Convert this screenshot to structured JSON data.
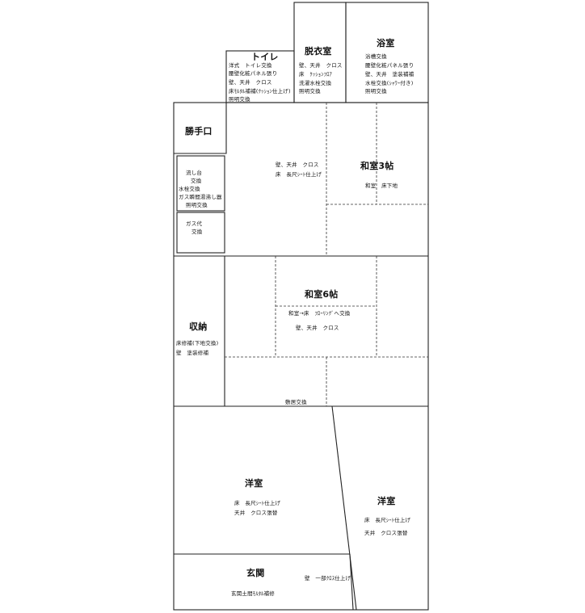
{
  "rooms": {
    "toilet": {
      "title": "トイレ",
      "notes": [
        "洋式　トイレ交換",
        "腰壁化粧パネル張り",
        "壁、天井　クロス",
        "床ﾓﾙﾀﾙ補補(ｸｯｼｮﾝ仕上げ)",
        "照明交換"
      ]
    },
    "dressing": {
      "title": "脱衣室",
      "notes": [
        "壁、天井　クロス",
        "床　ｸｯｼｮﾝﾌﾛｱ",
        "洗濯水栓交換",
        "照明交換"
      ]
    },
    "bath": {
      "title": "浴室",
      "notes": [
        "浴槽交換",
        "腰壁化粧パネル張り",
        "壁、天井　塗装補補",
        "水栓交換(ｼｬﾜｰ付き)",
        "照明交換"
      ]
    },
    "back_door": {
      "title": "勝手口"
    },
    "kitchen": {
      "notes": [
        "壁、天井　クロス",
        "床　長尺ｼｰﾄ仕上げ"
      ]
    },
    "sink": {
      "notes": [
        "流し台",
        "交換",
        "水栓交換",
        "ガス瞬間湯沸し器",
        "照明交換"
      ]
    },
    "gas": {
      "notes": [
        "ガス代",
        "交換"
      ]
    },
    "washitsu3": {
      "title": "和室3帖",
      "notes": [
        "和室　床下地"
      ]
    },
    "storage": {
      "title": "収納",
      "notes": [
        "床修補(下地交換)",
        "壁　塗装修補"
      ]
    },
    "washitsu6": {
      "title": "和室6帖",
      "notes": [
        "和室→床　ﾌﾛｰﾘﾝｸﾞへ交換",
        "壁、天井　クロス"
      ]
    },
    "shikii": {
      "note": "敷居交換"
    },
    "western1": {
      "title": "洋室",
      "notes": [
        "床　長尺ｼｰﾄ仕上げ",
        "天井　クロス張替"
      ]
    },
    "western2": {
      "title": "洋室",
      "notes": [
        "床　長尺ｼｰﾄ仕上げ",
        "天井　クロス張替"
      ]
    },
    "entrance": {
      "title": "玄関",
      "wall_note": "壁　一部ｸﾛｽ仕上げ",
      "notes": [
        "玄関土間ﾓﾙﾀﾙ補修"
      ]
    }
  }
}
